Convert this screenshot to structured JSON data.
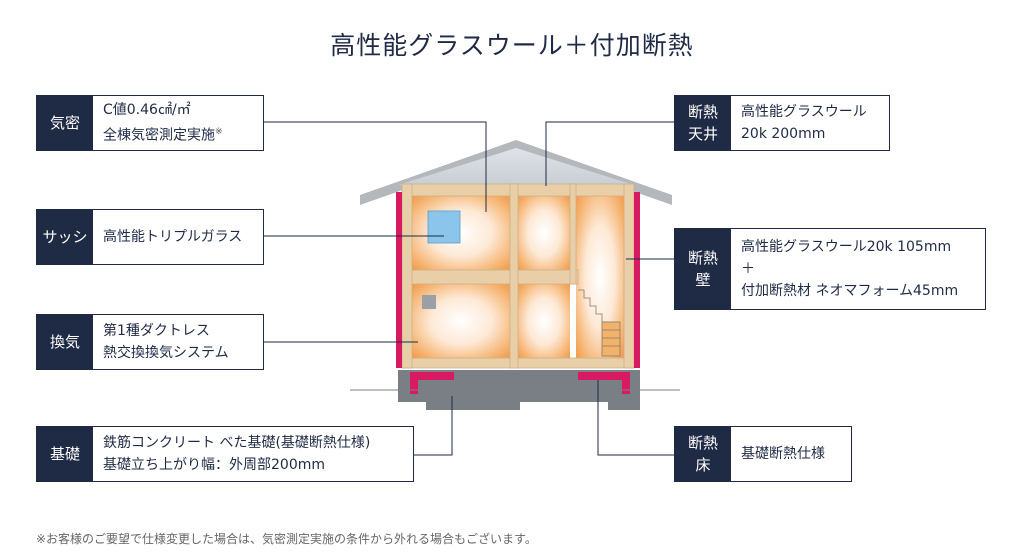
{
  "title": "高性能グラスウール＋付加断熱",
  "labels": {
    "kimitsu": {
      "tag": [
        "気密"
      ],
      "lines": [
        "C値0.46㎠/㎡",
        "全棟気密測定実施"
      ],
      "note_mark": "※"
    },
    "sash": {
      "tag": [
        "サッシ"
      ],
      "lines": [
        "高性能トリプルガラス"
      ]
    },
    "kanki": {
      "tag": [
        "換気"
      ],
      "lines": [
        "第1種ダクトレス",
        "熱交換換気システム"
      ]
    },
    "kiso": {
      "tag": [
        "基礎"
      ],
      "lines": [
        "鉄筋コンクリート べた基礎(基礎断熱仕様)",
        "基礎立ち上がり幅：外周部200mm"
      ]
    },
    "tenjo": {
      "tag": [
        "断熱",
        "天井"
      ],
      "lines": [
        "高性能グラスウール",
        "20k 200mm"
      ]
    },
    "kabe": {
      "tag": [
        "断熱",
        "壁"
      ],
      "lines": [
        "高性能グラスウール20k 105mm",
        "＋",
        "付加断熱材 ネオマフォーム45mm"
      ]
    },
    "yuka": {
      "tag": [
        "断熱",
        "床"
      ],
      "lines": [
        "基礎断熱仕様"
      ]
    }
  },
  "footnote": "※お客様のご要望で仕様変更した場合は、気密測定実施の条件から外れる場合もございます。",
  "colors": {
    "navy": "#1f2a44",
    "insulation_pink": "#d81b60",
    "frame_wood": "#e8cfa8",
    "interior_warm": "#f4a35c",
    "roof_gray": "#b4b8bd",
    "foundation_gray": "#7a7f86",
    "window_blue": "#8cc5ec"
  }
}
